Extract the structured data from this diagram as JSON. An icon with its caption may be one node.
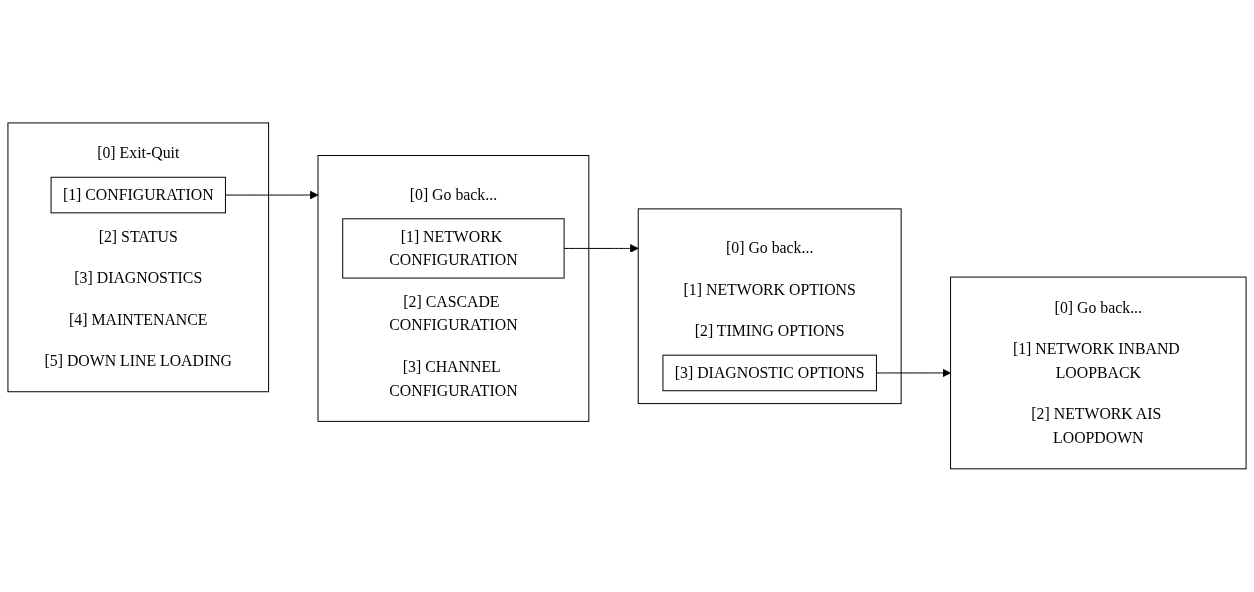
{
  "diagram": {
    "nodes": [
      {
        "text": [],
        "shape": "box"
      },
      {
        "text": [
          "[0] Exit-Quit"
        ],
        "in": 0
      },
      {
        "text": [
          "[1] CONFIGURATION"
        ],
        "in": 0
      },
      {
        "text": [
          "[2] STATUS"
        ],
        "in": 0
      },
      {
        "text": [
          "[3] DIAGNOSTICS"
        ],
        "in": 0
      },
      {
        "text": [
          "[4] MAINTENANCE"
        ],
        "in": 0
      },
      {
        "text": [
          "[5] DOWN LINE LOADING"
        ],
        "in": 0
      },
      {
        "text": [],
        "shape": "box"
      },
      {
        "text": [
          "[0] Go back..."
        ],
        "in": 7
      },
      {
        "text": [
          "[1] NETWORK CONFIGURATION"
        ],
        "in": 7
      },
      {
        "text": [
          "[2] CASCADE CONFIGURATION"
        ],
        "in": 7
      },
      {
        "text": [
          "[3] CHANNEL CONFIGURATION"
        ],
        "in": 7
      },
      {
        "text": [],
        "shape": "box"
      },
      {
        "text": [
          "[0] Go back..."
        ],
        "in": 12
      },
      {
        "text": [
          "[1] NETWORK OPTIONS"
        ],
        "in": 12
      },
      {
        "text": [
          "[2] TIMING OPTIONS"
        ],
        "in": 12
      },
      {
        "text": [
          "[3] DIAGNOSTIC OPTIONS"
        ],
        "in": 12
      },
      {
        "text": [],
        "shape": "box"
      },
      {
        "text": [
          "[0] Go back..."
        ],
        "in": 17
      },
      {
        "text": [
          "[1] NETWORK INBAND LOOPBACK"
        ],
        "in": 17
      },
      {
        "text": [
          "[2] NETWORK AIS LOOPDOWN"
        ],
        "in": 17
      }
    ],
    "edges": [
      {
        "from": 2,
        "to": 7,
        "arrow": "to"
      },
      {
        "from": 9,
        "to": 12,
        "arrow": "to"
      },
      {
        "from": 16,
        "to": 17,
        "arrow": "to"
      }
    ]
  }
}
